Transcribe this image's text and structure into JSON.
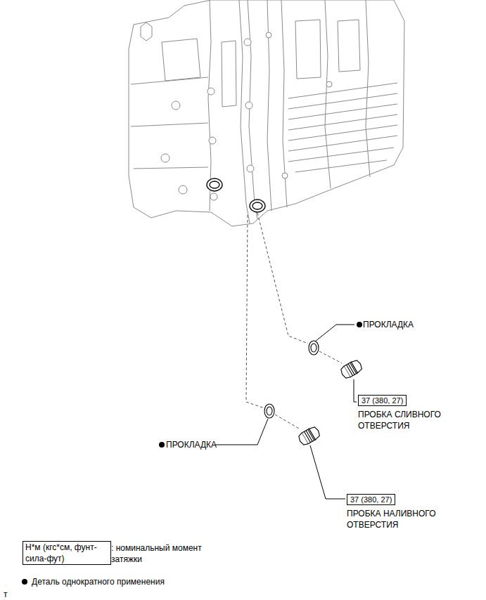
{
  "diagram": {
    "nodes": [
      {
        "text": [
          "37 (380, 27)",
          "ПРОБКА СЛИВНОГО ОТВЕРСТИЯ"
        ]
      },
      {
        "text": [
          "37 (380, 27)",
          "ПРОБКА НАЛИВНОГО ОТВЕРСТИЯ"
        ]
      },
      {
        "text": [
          "Н*м (кгс*см, фунт-сила-фут)"
        ]
      }
    ],
    "labels": [
      "ПРОКЛАДКА",
      "ПРОКЛАДКА",
      ": номинальный момент затяжки",
      "т"
    ],
    "legend": [
      {
        "text": "Деталь однократного применения"
      }
    ]
  }
}
